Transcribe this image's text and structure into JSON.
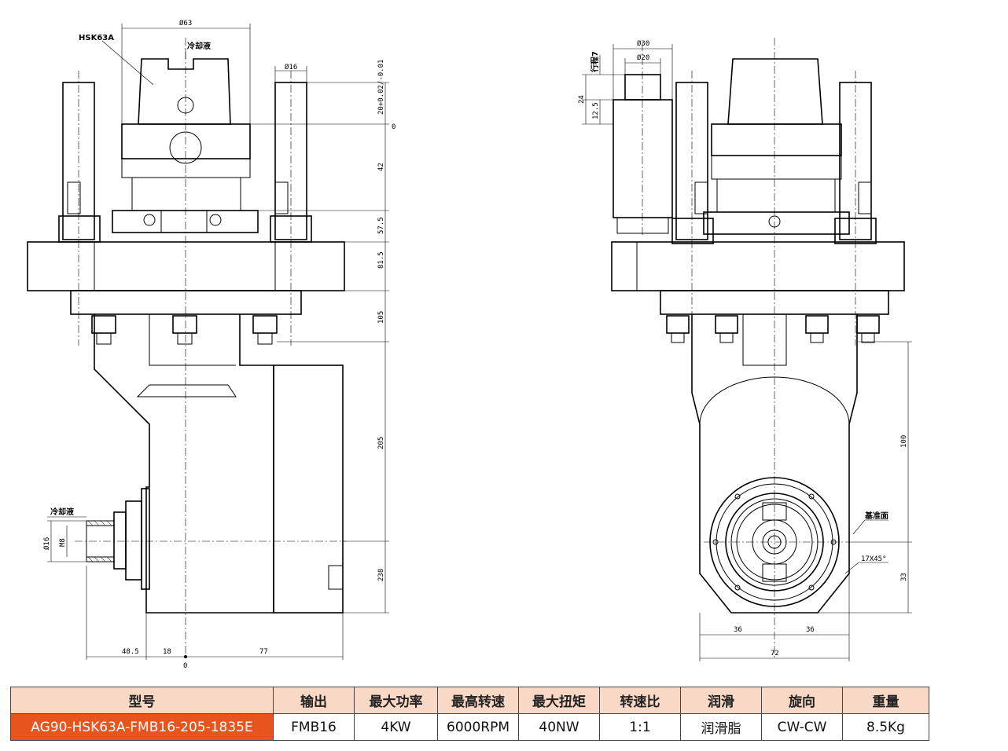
{
  "colors": {
    "header_bg": "#f9d9c6",
    "model_bg": "#e8541e",
    "line": "#000000"
  },
  "drawing": {
    "left_view": {
      "labels": {
        "holder": "HSK63A",
        "coolant_top": "冷却液",
        "coolant_side": "冷却液"
      },
      "dims": {
        "d63": "Ø63",
        "d16_top": "Ø16",
        "tol": "20+0.02/-0.01",
        "zero_v": "0",
        "v42": "42",
        "v57_5": "57.5",
        "v81_5": "81.5",
        "v105": "105",
        "v205": "205",
        "v238": "238",
        "d16_side": "Ø16",
        "m8": "M8",
        "h48_5": "48.5",
        "h18": "18",
        "h77": "77",
        "zero_h": "0"
      }
    },
    "right_view": {
      "labels": {
        "keyway": "行程7",
        "datum": "基准面",
        "chamfer": "17X45°"
      },
      "dims": {
        "d30": "Ø30",
        "d20": "Ø20",
        "v24": "24",
        "v12_5": "12.5",
        "v100": "100",
        "v33": "33",
        "h36a": "36",
        "h36b": "36",
        "h72": "72"
      }
    }
  },
  "table": {
    "headers": [
      "型号",
      "输出",
      "最大功率",
      "最高转速",
      "最大扭矩",
      "转速比",
      "润滑",
      "旋向",
      "重量"
    ],
    "row": [
      "AG90-HSK63A-FMB16-205-1835E",
      "FMB16",
      "4KW",
      "6000RPM",
      "40NW",
      "1:1",
      "润滑脂",
      "CW-CW",
      "8.5Kg"
    ]
  }
}
